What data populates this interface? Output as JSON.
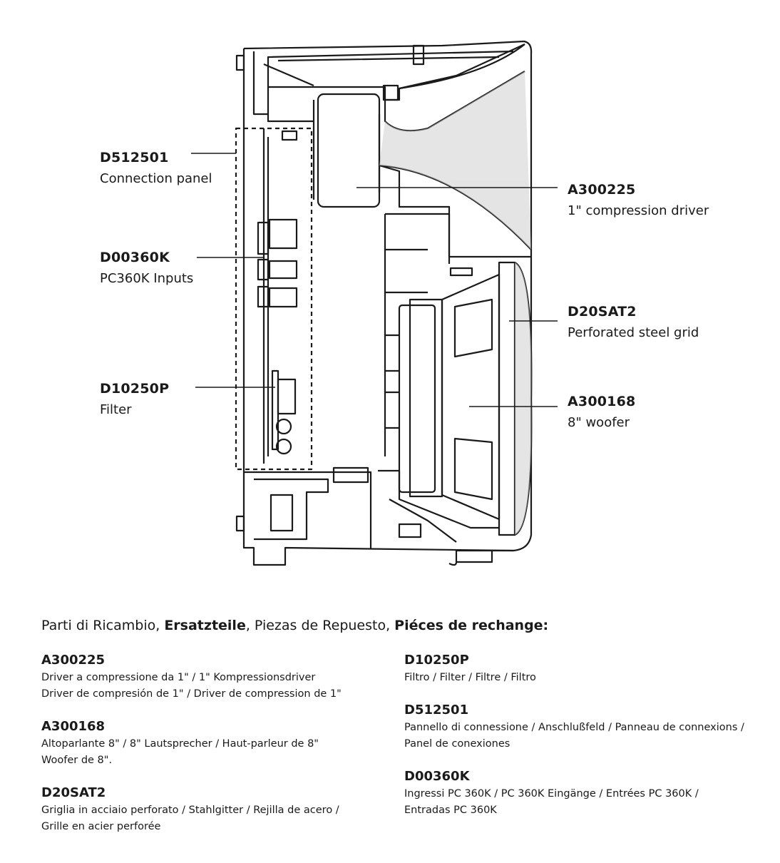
{
  "callouts": {
    "connection_panel": {
      "code": "D512501",
      "desc": "Connection panel"
    },
    "inputs": {
      "code": "D00360K",
      "desc": "PC360K Inputs"
    },
    "filter": {
      "code": "D10250P",
      "desc": "Filter"
    },
    "driver": {
      "code": "A300225",
      "desc": "1\" compression driver"
    },
    "grid": {
      "code": "D20SAT2",
      "desc": "Perforated steel grid"
    },
    "woofer": {
      "code": "A300168",
      "desc": "8\" woofer"
    }
  },
  "spare_parts_heading": {
    "parts": [
      "Parti di Ricambio, ",
      "Ersatzteile",
      ", Piezas de Repuesto, ",
      "Piéces de rechange:"
    ]
  },
  "parts_left": [
    {
      "code": "A300225",
      "lines": [
        "Driver a compressione da 1\" /  1\" Kompressionsdriver",
        "Driver de compresión de 1\" /  Driver de compression de 1\""
      ]
    },
    {
      "code": "A300168",
      "lines": [
        "Altoparlante 8\"  /  8\" Lautsprecher /  Haut-parleur de 8\"",
        "Woofer de 8\"."
      ]
    },
    {
      "code": "D20SAT2",
      "lines": [
        "Griglia in acciaio perforato  /  Stahlgitter  /  Rejilla de acero /",
        "Grille en acier perforée"
      ]
    }
  ],
  "parts_right": [
    {
      "code": "D10250P",
      "lines": [
        "Filtro  /  Filter /  Filtre  /  Filtro"
      ]
    },
    {
      "code": "D512501",
      "lines": [
        "Pannello di connessione / Anschlußfeld  / Panneau de connexions /",
        "Panel de conexiones"
      ]
    },
    {
      "code": "D00360K",
      "lines": [
        "Ingressi PC 360K / PC 360K Eingänge / Entrées PC 360K /",
        "Entradas PC 360K"
      ]
    }
  ]
}
